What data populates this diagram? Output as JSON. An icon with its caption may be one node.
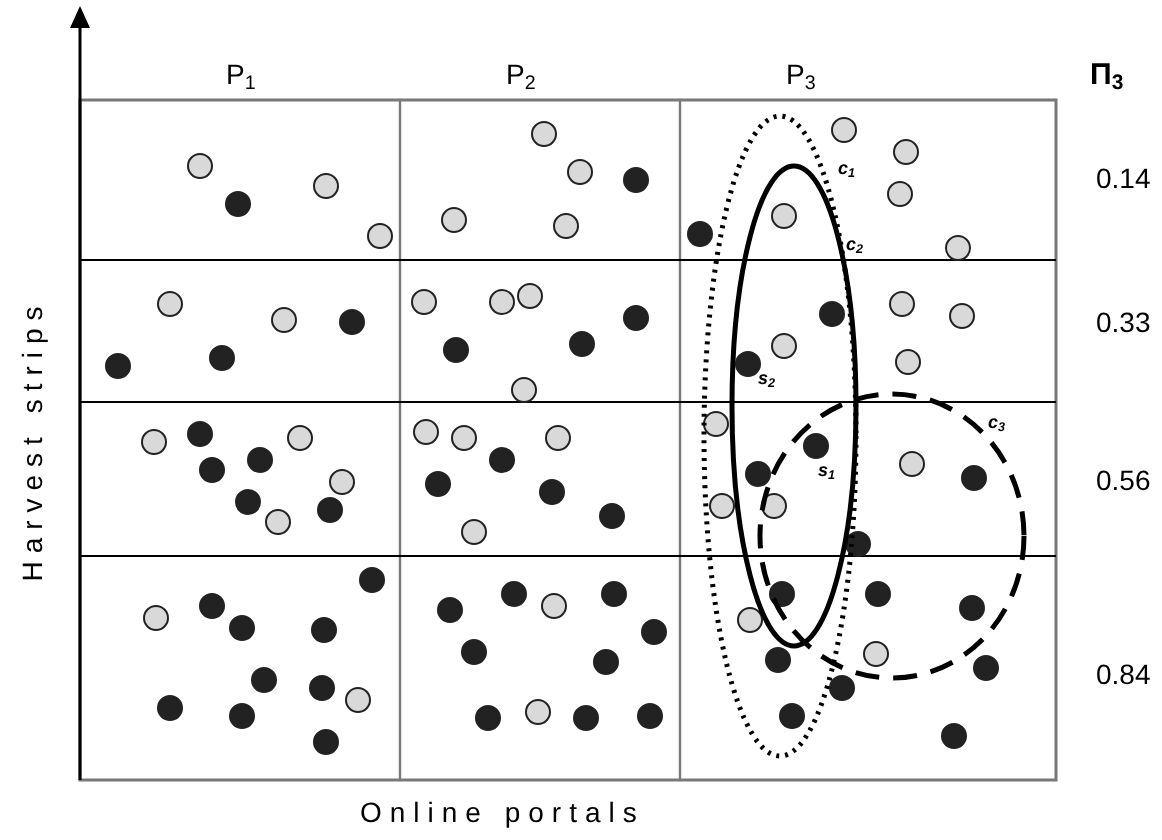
{
  "diagram": {
    "labels": [
      "P$_{1}$",
      "P$_{2}$",
      "P$_{3}$",
      "Π$_{3}$",
      "0.14",
      "0.33",
      "0.56",
      "0.84",
      "c$_{1}$",
      "c$_{2}$",
      "s$_{2}$",
      "c$_{3}$",
      "s$_{1}$",
      "Harvest strips",
      "Online portals"
    ]
  }
}
